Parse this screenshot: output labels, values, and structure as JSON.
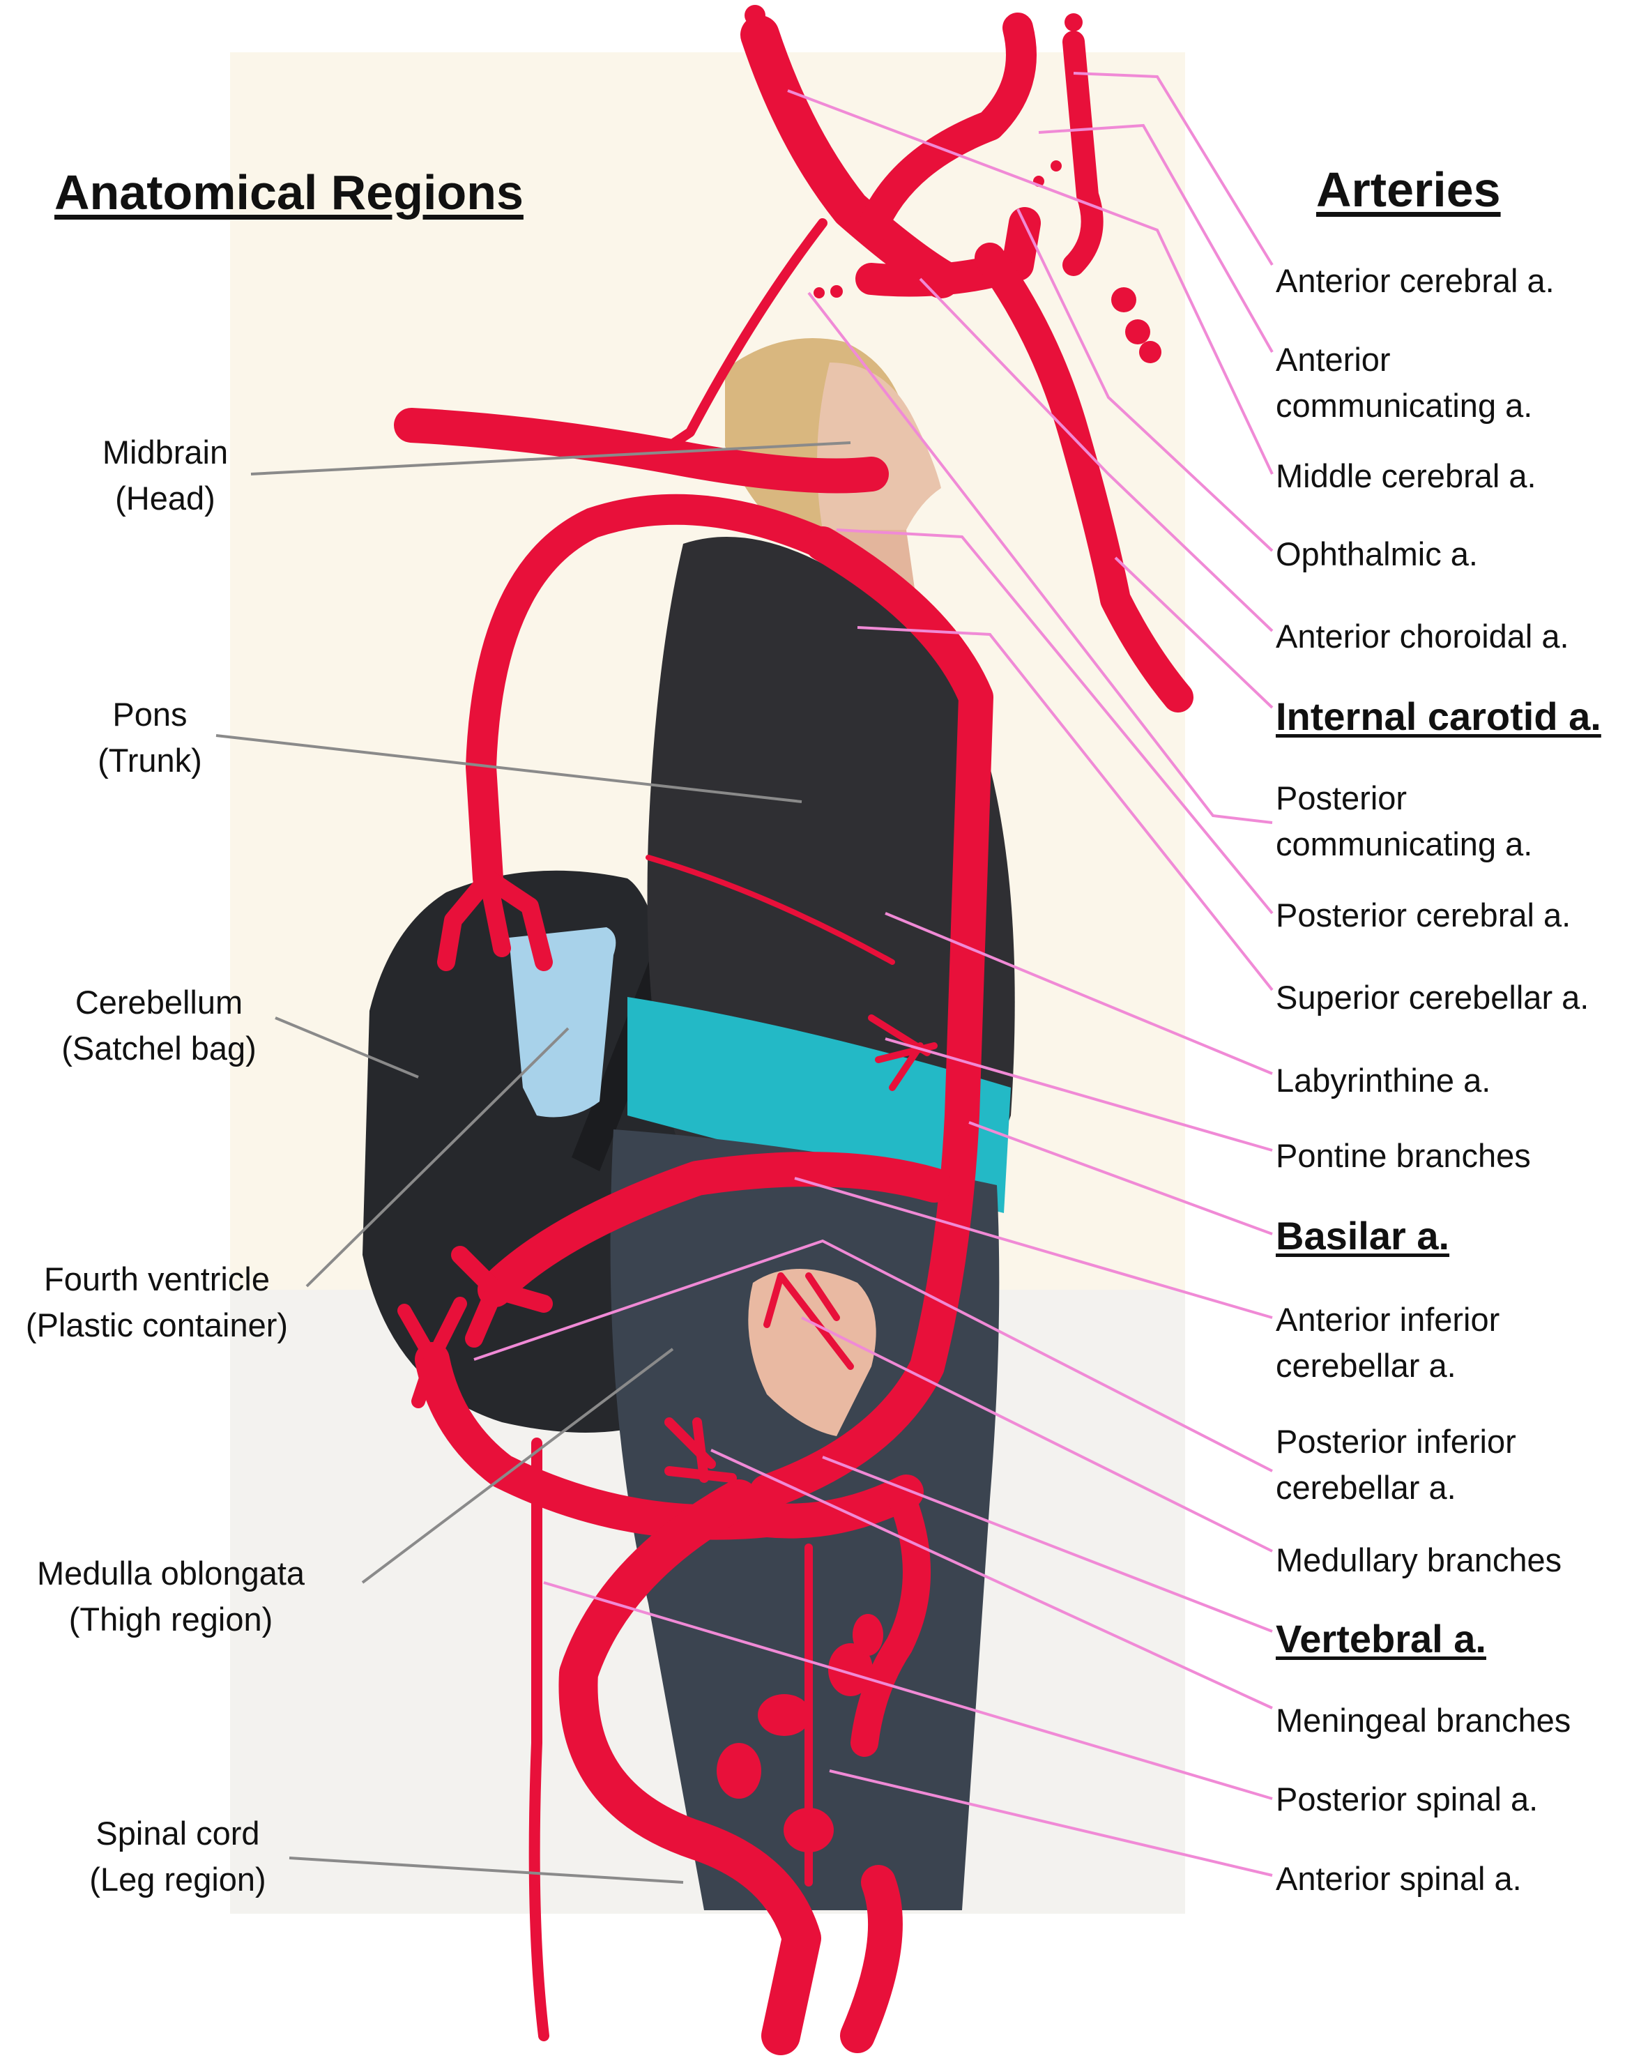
{
  "headings": {
    "regions": "Anatomical Regions",
    "arteries": "Arteries"
  },
  "regions": [
    {
      "line1": "Midbrain",
      "line2": "(Head)"
    },
    {
      "line1": "Pons",
      "line2": "(Trunk)"
    },
    {
      "line1": "Cerebellum",
      "line2": "(Satchel bag)"
    },
    {
      "line1": "Fourth ventricle",
      "line2": "(Plastic container)"
    },
    {
      "line1": "Medulla oblongata",
      "line2": "(Thigh region)"
    },
    {
      "line1": "Spinal cord",
      "line2": "(Leg region)"
    }
  ],
  "arteries": [
    {
      "line1": "Anterior cerebral a.",
      "line2": ""
    },
    {
      "line1": "Anterior",
      "line2": "communicating a."
    },
    {
      "line1": "Middle cerebral a.",
      "line2": ""
    },
    {
      "line1": "Ophthalmic a.",
      "line2": ""
    },
    {
      "line1": "Anterior choroidal a.",
      "line2": ""
    },
    {
      "line1": "Internal carotid a.",
      "line2": ""
    },
    {
      "line1": "Posterior",
      "line2": "communicating a."
    },
    {
      "line1": "Posterior cerebral a.",
      "line2": ""
    },
    {
      "line1": "Superior cerebellar a.",
      "line2": ""
    },
    {
      "line1": "Labyrinthine a.",
      "line2": ""
    },
    {
      "line1": "Pontine branches",
      "line2": ""
    },
    {
      "line1": "Basilar a.",
      "line2": ""
    },
    {
      "line1": "Anterior inferior",
      "line2": "cerebellar a."
    },
    {
      "line1": "Posterior inferior",
      "line2": "cerebellar a."
    },
    {
      "line1": "Medullary branches",
      "line2": ""
    },
    {
      "line1": "Vertebral a.",
      "line2": ""
    },
    {
      "line1": "Meningeal branches",
      "line2": ""
    },
    {
      "line1": "Posterior spinal a.",
      "line2": ""
    },
    {
      "line1": "Anterior spinal a.",
      "line2": ""
    }
  ],
  "colors": {
    "artery": "#e8103a",
    "artery_leader": "#f08ad6",
    "region_leader": "#8a8a8a",
    "photo_background": "#fbf6ea",
    "top": "#2f2f33",
    "jeans": "#3b4450",
    "satchel": "#26282c",
    "belt": "#23b9c6",
    "skin": "#e9b9a2",
    "hair": "#d9b77f",
    "container": "#a8d2ea"
  }
}
